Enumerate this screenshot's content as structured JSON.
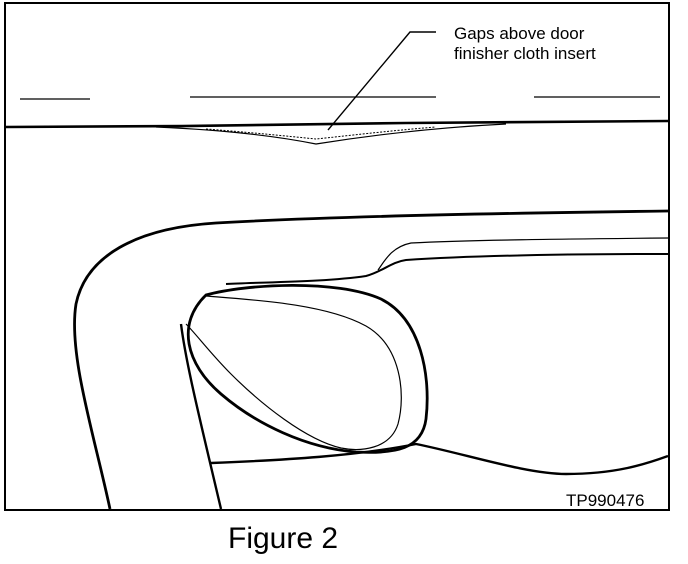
{
  "callout": {
    "line1": "Gaps above door",
    "line2": "finisher cloth insert"
  },
  "reference_code": "TP990476",
  "caption": "Figure 2"
}
